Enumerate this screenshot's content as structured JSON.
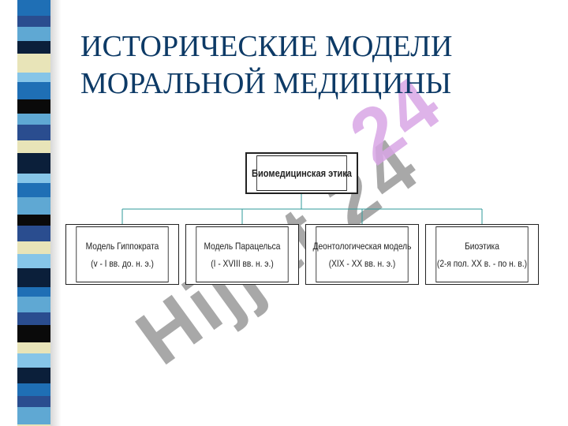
{
  "slide": {
    "title_line1": "ИСТОРИЧЕСКИЕ МОДЕЛИ",
    "title_line2": "МОРАЛЬНОЙ МЕДИЦИНЫ",
    "watermark": "Hijjat 24",
    "title_color": "#0d3a66",
    "stripe_colors": [
      "#1f6fb5",
      "#0b1f3a",
      "#5fa8d3",
      "#e8e4b8",
      "#0a0a0a",
      "#86c5e8",
      "#2a4d8f",
      "#ffffff"
    ]
  },
  "diagram": {
    "root": "Биомедицинская этика",
    "children": [
      {
        "line1": "Модель Гиппократа",
        "line2": "(v - I вв. до. н. э.)"
      },
      {
        "line1": "Модель Парацельса",
        "line2": "(I - XVIII вв. н. э.)"
      },
      {
        "line1": "Деонтологическая модель",
        "line2": "(XIX - XX вв. н. э.)"
      },
      {
        "line1": "Биоэтика",
        "line2": "(2-я пол. XX в. - по н. в.)"
      }
    ],
    "connector_color": "#2f9a9a"
  }
}
